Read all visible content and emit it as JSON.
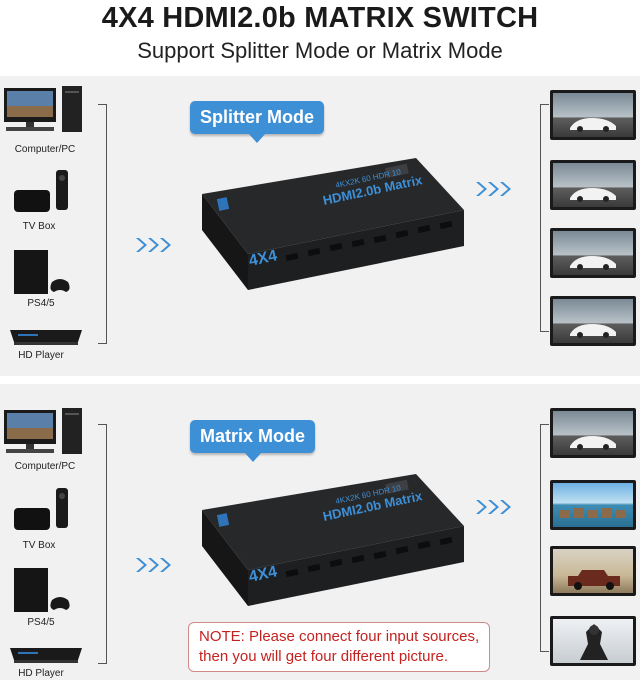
{
  "header": {
    "title": "4X4 HDMI2.0b MATRIX SWITCH",
    "subtitle": "Support Splitter Mode or Matrix Mode"
  },
  "sources": [
    {
      "label": "Computer/PC",
      "icon": "computer-icon"
    },
    {
      "label": "TV Box",
      "icon": "tv-box-icon"
    },
    {
      "label": "PS4/5",
      "icon": "game-console-icon"
    },
    {
      "label": "HD Player",
      "icon": "media-player-icon"
    }
  ],
  "splitter": {
    "badge": "Splitter Mode"
  },
  "matrix": {
    "badge": "Matrix Mode",
    "note_line1": "NOTE: Please connect four input sources,",
    "note_line2": "then you will get four different picture."
  },
  "device": {
    "top_label": "HDMI2.0b Matrix",
    "sub_label": "4KX2K 60 HDR 10",
    "brand": "4X4"
  },
  "colors": {
    "accent": "#3d8fd6",
    "note_text": "#c4221f",
    "device_body": "#1c1c1e"
  }
}
